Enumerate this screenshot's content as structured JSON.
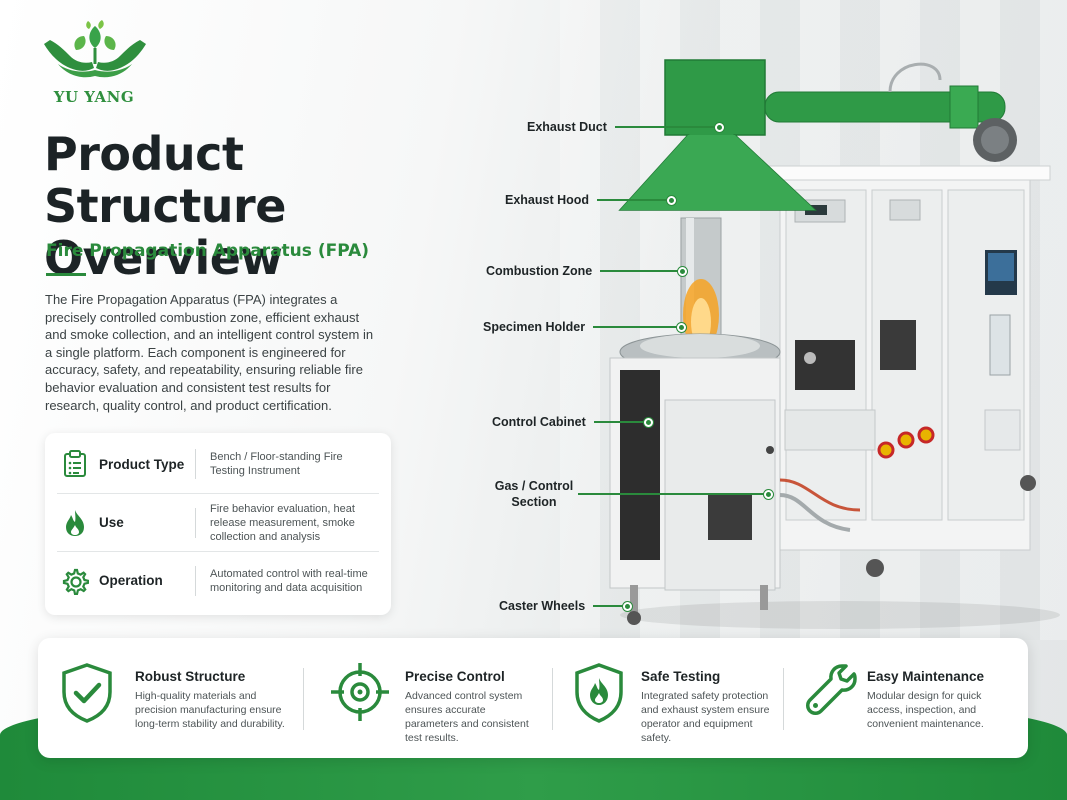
{
  "brand": {
    "name": "YU YANG",
    "green": "#2a8a3c"
  },
  "title": "Product Structure Overview",
  "subtitle": "Fire Propagation Apparatus (FPA)",
  "description": "The Fire Propagation Apparatus (FPA) integrates a precisely controlled combustion zone, efficient exhaust and smoke collection, and an intelligent control system in a single platform. Each component is engineered for accuracy, safety, and repeatability, ensuring reliable fire behavior evaluation and consistent test results for research, quality control, and product certification.",
  "info": [
    {
      "icon": "clipboard-icon",
      "label": "Product Type",
      "value": "Bench / Floor-standing Fire Testing Instrument"
    },
    {
      "icon": "flame-icon",
      "label": "Use",
      "value": "Fire behavior evaluation, heat release measurement, smoke collection and analysis"
    },
    {
      "icon": "gear-icon",
      "label": "Operation",
      "value": "Automated control with real-time monitoring and data acquisition"
    }
  ],
  "callouts": [
    {
      "label": "Exhaust Duct"
    },
    {
      "label": "Exhaust Hood"
    },
    {
      "label": "Combustion Zone"
    },
    {
      "label": "Specimen Holder"
    },
    {
      "label": "Control Cabinet"
    },
    {
      "label": "Gas / Control Section"
    },
    {
      "label": "Caster Wheels"
    }
  ],
  "features": [
    {
      "icon": "shield-check-icon",
      "title": "Robust Structure",
      "desc": "High-quality materials and precision manufacturing ensure long-term stability and durability."
    },
    {
      "icon": "target-icon",
      "title": "Precise Control",
      "desc": "Advanced control system ensures accurate parameters and consistent test results."
    },
    {
      "icon": "shield-flame-icon",
      "title": "Safe Testing",
      "desc": "Integrated safety protection and exhaust system ensure operator and equipment safety."
    },
    {
      "icon": "wrench-icon",
      "title": "Easy Maintenance",
      "desc": "Modular design for quick access, inspection, and convenient maintenance."
    }
  ]
}
